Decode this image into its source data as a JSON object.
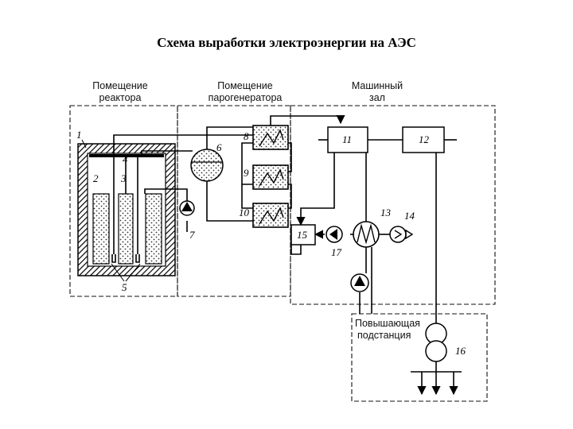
{
  "title": "Схема выработки электроэнергии на АЭС",
  "rooms": {
    "reactor": [
      "Помещение",
      "реактора"
    ],
    "steam_generator": [
      "Помещение",
      "парогенератора"
    ],
    "turbine_hall": [
      "Машинный",
      "зал"
    ],
    "substation": [
      "Повышающая",
      "подстанция"
    ]
  },
  "numbers": {
    "n1": "1",
    "n2": "2",
    "n3": "3",
    "n4": "4",
    "n5": "5",
    "n6": "6",
    "n7": "7",
    "n8": "8",
    "n9": "9",
    "n10": "10",
    "n11": "11",
    "n12": "12",
    "n13": "13",
    "n14": "14",
    "n15": "15",
    "n16": "16",
    "n17": "17"
  }
}
